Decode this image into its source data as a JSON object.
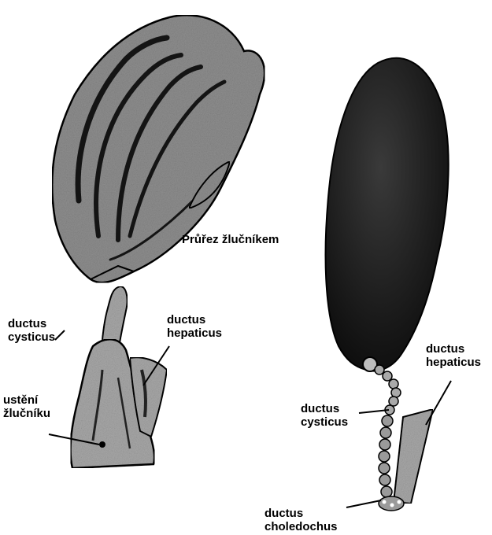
{
  "labels": {
    "section_title": "Průřez žlučníkem",
    "left_cysticus_1": "ductus",
    "left_cysticus_2": "cysticus",
    "left_hepaticus_1": "ductus",
    "left_hepaticus_2": "hepaticus",
    "left_opening_1": "ustění",
    "left_opening_2": "žlučníku",
    "right_cysticus_1": "ductus",
    "right_cysticus_2": "cysticus",
    "right_hepaticus_1": "ductus",
    "right_hepaticus_2": "hepaticus",
    "right_choledochus_1": "ductus",
    "right_choledochus_2": "choledochus"
  },
  "colors": {
    "ink": "#000000",
    "stipple_fill": "#8f8f8f",
    "dark_body": "#1e1e1e",
    "duct_fill": "#a9a9a9",
    "background": "#ffffff"
  }
}
